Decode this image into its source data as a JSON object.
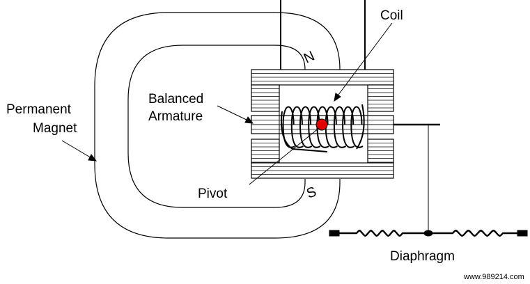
{
  "labels": {
    "coil": "Coil",
    "balanced_line1": "Balanced",
    "balanced_line2": "Armature",
    "permanent_line1": "Permanent",
    "permanent_line2": "Magnet",
    "pivot": "Pivot",
    "diaphragm": "Diaphragm",
    "north": "N",
    "south": "S"
  },
  "watermark": "www.989214.com",
  "colors": {
    "stroke": "#000000",
    "pivot": "#e00000",
    "background": "#ffffff"
  }
}
